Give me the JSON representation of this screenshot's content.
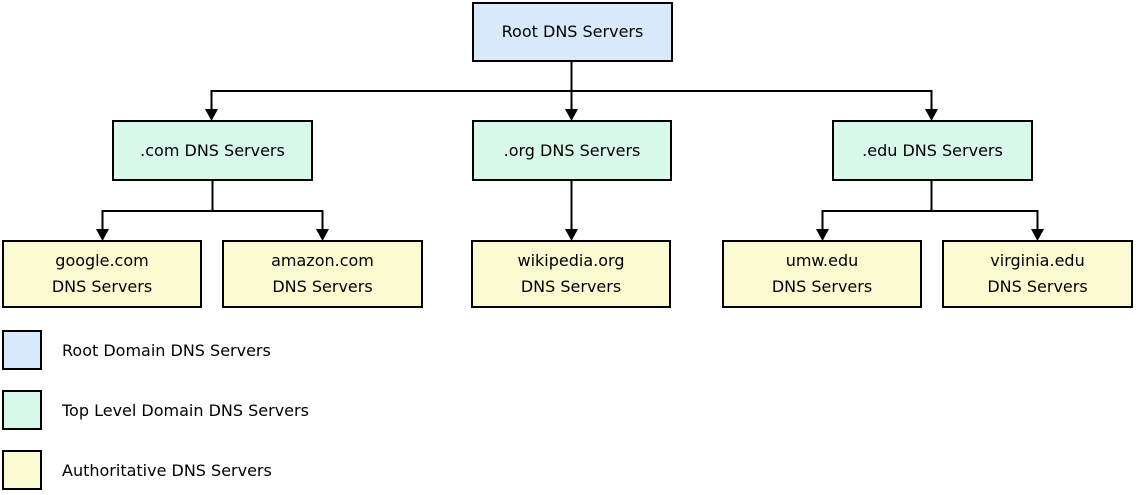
{
  "diagram": {
    "type": "hierarchy-tree",
    "root": {
      "label": "Root DNS Servers",
      "color": "#d7e9fb"
    },
    "tld_nodes": [
      {
        "label": ".com DNS Servers",
        "color": "#d8f8e9",
        "parent": "Root DNS Servers"
      },
      {
        "label": ".org DNS Servers",
        "color": "#d8f8e9",
        "parent": "Root DNS Servers"
      },
      {
        "label": ".edu DNS Servers",
        "color": "#d8f8e9",
        "parent": "Root DNS Servers"
      }
    ],
    "authoritative_nodes": [
      {
        "line1": "google.com",
        "line2": "DNS Servers",
        "color": "#fbfbd2",
        "parent": ".com DNS Servers"
      },
      {
        "line1": "amazon.com",
        "line2": "DNS Servers",
        "color": "#fbfbd2",
        "parent": ".com DNS Servers"
      },
      {
        "line1": "wikipedia.org",
        "line2": "DNS Servers",
        "color": "#fbfbd2",
        "parent": ".org DNS Servers"
      },
      {
        "line1": "umw.edu",
        "line2": "DNS Servers",
        "color": "#fbfbd2",
        "parent": ".edu DNS Servers"
      },
      {
        "line1": "virginia.edu",
        "line2": "DNS Servers",
        "color": "#fbfbd2",
        "parent": ".edu DNS Servers"
      }
    ],
    "line_color": "#000000"
  },
  "legend": {
    "items": [
      {
        "label": "Root Domain DNS Servers",
        "color": "#d7e9fb"
      },
      {
        "label": "Top Level Domain DNS Servers",
        "color": "#d8f8e9"
      },
      {
        "label": "Authoritative DNS Servers",
        "color": "#fbfbd2"
      }
    ]
  }
}
